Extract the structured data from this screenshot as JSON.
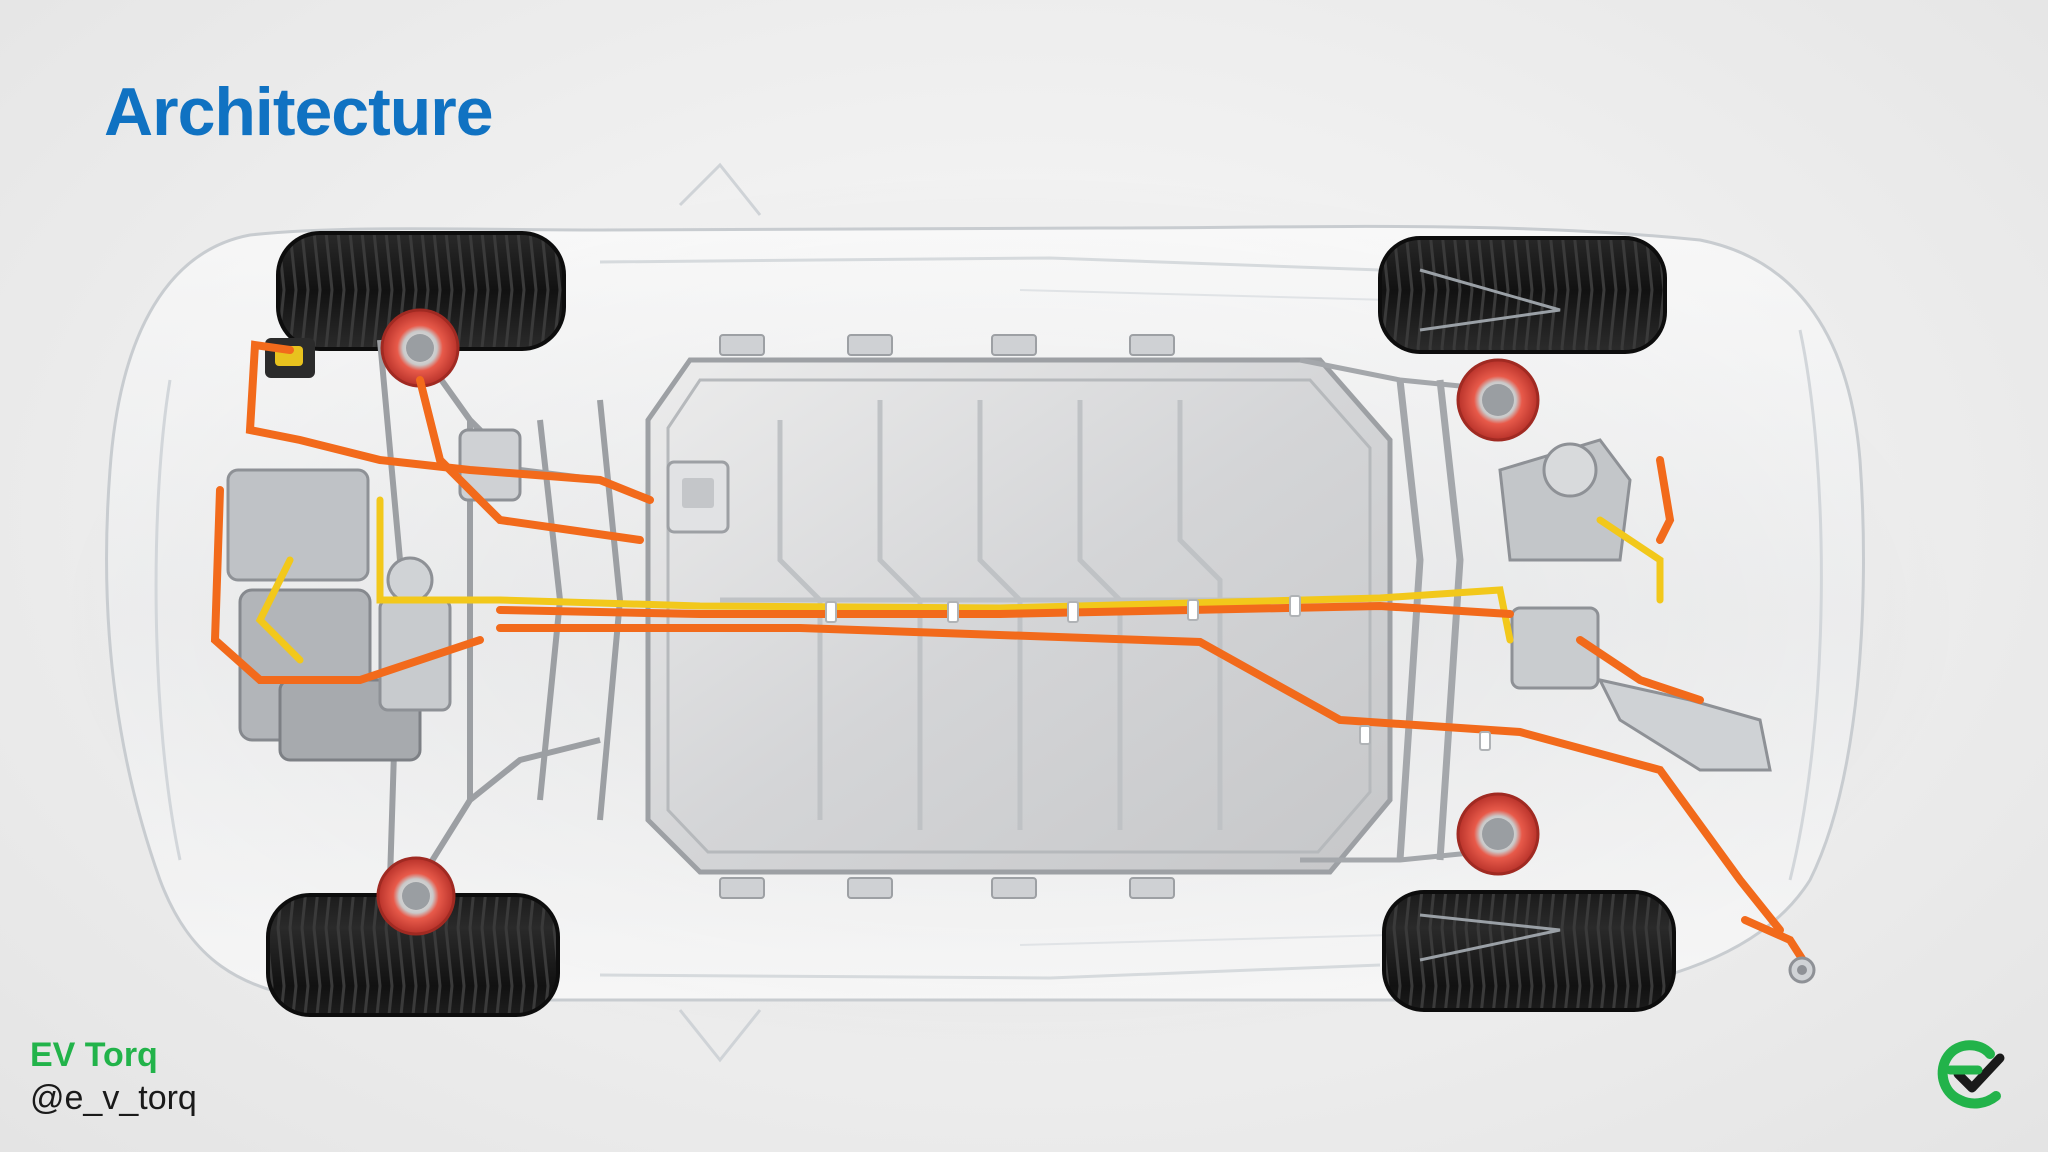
{
  "slide": {
    "title": "Architecture"
  },
  "footer": {
    "brand_name": "EV Torq",
    "handle": "@e_v_torq"
  },
  "colors": {
    "title": "#1072c2",
    "brand_green": "#22b34a",
    "hv_cable_orange": "#f26a1b",
    "lv_cable_yellow": "#f2c81b",
    "battery_silver": "#d9dadc",
    "tire": "#1c1c1c",
    "motor_red": "#d63b2f"
  },
  "illustration": {
    "subject": "transparent-car-top-view",
    "components": [
      "battery-pack",
      "front-drive-unit",
      "rear-wheel-hubs",
      "hv-cables",
      "tires"
    ]
  },
  "logo": {
    "icon": "ev-checkmark-logo"
  }
}
